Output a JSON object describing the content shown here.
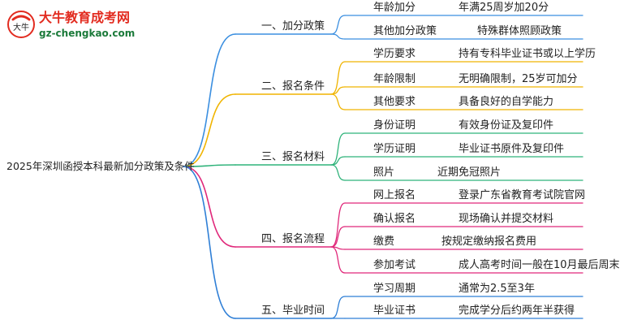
{
  "logo": {
    "title": "大牛教育成考网",
    "url": "gz-chengkao.com",
    "mark_text": "大牛",
    "colors": {
      "title": "#e22b1f",
      "url": "#1b7a3a"
    }
  },
  "root": {
    "label": "2025年深圳函授本科最新加分政策及条件"
  },
  "branches": [
    {
      "label": "一、加分政策",
      "color": "#3b8fe0",
      "items": [
        {
          "label": "年龄加分",
          "detail": "年满25周岁加20分"
        },
        {
          "label": "其他加分政策",
          "detail": "特殊群体照顾政策"
        }
      ]
    },
    {
      "label": "二、报名条件",
      "color": "#f0b400",
      "items": [
        {
          "label": "学历要求",
          "detail": "持有专科毕业证书或以上学历"
        },
        {
          "label": "年龄限制",
          "detail": "无明确限制，25岁可加分"
        },
        {
          "label": "其他要求",
          "detail": "具备良好的自学能力"
        }
      ]
    },
    {
      "label": "三、报名材料",
      "color": "#2fb37a",
      "items": [
        {
          "label": "身份证明",
          "detail": "有效身份证及复印件"
        },
        {
          "label": "学历证明",
          "detail": "毕业证书原件及复印件"
        },
        {
          "label": "照片",
          "detail": "近期免冠照片"
        }
      ]
    },
    {
      "label": "四、报名流程",
      "color": "#e0287a",
      "items": [
        {
          "label": "网上报名",
          "detail": "登录广东省教育考试院官网"
        },
        {
          "label": "确认报名",
          "detail": "现场确认并提交材料"
        },
        {
          "label": "缴费",
          "detail": "按规定缴纳报名费用"
        },
        {
          "label": "参加考试",
          "detail": "成人高考时间一般在10月最后周末"
        }
      ]
    },
    {
      "label": "五、毕业时间",
      "color": "#2f7fd6",
      "items": [
        {
          "label": "学习周期",
          "detail": "通常为2.5至3年"
        },
        {
          "label": "毕业证书",
          "detail": "完成学分后约两年半获得"
        }
      ]
    }
  ]
}
